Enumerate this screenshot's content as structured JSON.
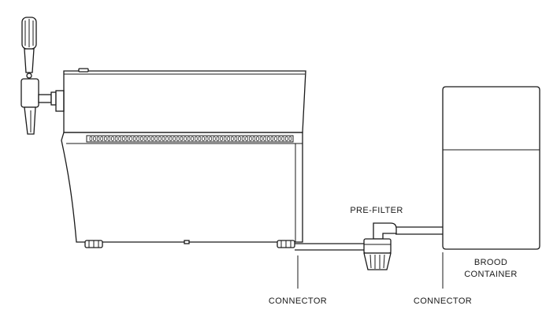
{
  "labels": {
    "pre_filter": "PRE-FILTER",
    "brood_container_line1": "BROOD",
    "brood_container_line2": "CONTAINER",
    "connector_left": "CONNECTOR",
    "connector_right": "CONNECTOR"
  },
  "colors": {
    "line": "#1a1a1a",
    "background": "#ffffff"
  },
  "icons": {
    "tap": "tap-icon",
    "pre_filter": "filter-icon"
  }
}
